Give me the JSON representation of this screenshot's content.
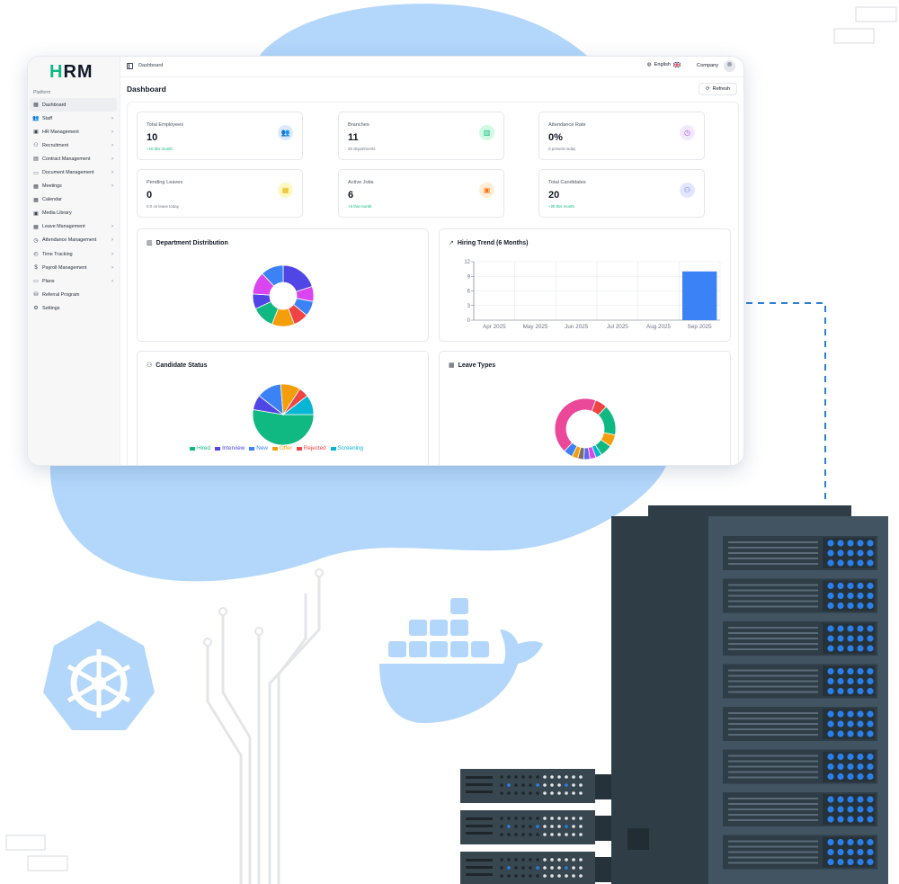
{
  "app": {
    "logo_h": "H",
    "logo_rest": "RM"
  },
  "sidebar": {
    "section_label": "Platform",
    "items": [
      {
        "label": "Dashboard",
        "icon": "grid-icon",
        "glyph": "▦",
        "has_children": false,
        "active": true
      },
      {
        "label": "Staff",
        "icon": "users-icon",
        "glyph": "👥",
        "has_children": true
      },
      {
        "label": "HR Management",
        "icon": "briefcase-icon",
        "glyph": "▣",
        "has_children": true
      },
      {
        "label": "Recruitment",
        "icon": "user-search-icon",
        "glyph": "⚇",
        "has_children": true
      },
      {
        "label": "Contract Management",
        "icon": "file-icon",
        "glyph": "▤",
        "has_children": true
      },
      {
        "label": "Document Management",
        "icon": "folder-icon",
        "glyph": "▭",
        "has_children": true
      },
      {
        "label": "Meetings",
        "icon": "calendar-icon",
        "glyph": "▦",
        "has_children": true
      },
      {
        "label": "Calendar",
        "icon": "calendar-icon",
        "glyph": "▦",
        "has_children": false
      },
      {
        "label": "Media Library",
        "icon": "image-icon",
        "glyph": "▣",
        "has_children": false
      },
      {
        "label": "Leave Management",
        "icon": "calendar-days-icon",
        "glyph": "▦",
        "has_children": true
      },
      {
        "label": "Attendance Management",
        "icon": "clock-icon",
        "glyph": "◷",
        "has_children": true
      },
      {
        "label": "Time Tracking",
        "icon": "timer-icon",
        "glyph": "◴",
        "has_children": true
      },
      {
        "label": "Payroll Management",
        "icon": "dollar-icon",
        "glyph": "$",
        "has_children": true
      },
      {
        "label": "Plans",
        "icon": "credit-card-icon",
        "glyph": "▭",
        "has_children": true
      },
      {
        "label": "Referral Program",
        "icon": "gift-icon",
        "glyph": "⛁",
        "has_children": false
      },
      {
        "label": "Settings",
        "icon": "gear-icon",
        "glyph": "⚙",
        "has_children": false
      }
    ]
  },
  "topbar": {
    "breadcrumb": "Dashboard",
    "language": "English",
    "company": "Company"
  },
  "page": {
    "title": "Dashboard",
    "refresh_label": "Refresh"
  },
  "stats": [
    {
      "label": "Total Employees",
      "value": "10",
      "sub": "+10 this month",
      "sub_green": true,
      "icon": "users-icon",
      "glyph": "👥",
      "bg": "#dbeafe",
      "fg": "#3b82f6"
    },
    {
      "label": "Branches",
      "value": "11",
      "sub": "25 departments",
      "sub_green": false,
      "icon": "building-icon",
      "glyph": "▥",
      "bg": "#d1fae5",
      "fg": "#10b981"
    },
    {
      "label": "Attendance Rate",
      "value": "0%",
      "sub": "0 present today",
      "sub_green": false,
      "icon": "clock-icon",
      "glyph": "◷",
      "bg": "#f3e8ff",
      "fg": "#a855f7"
    },
    {
      "label": "Pending Leaves",
      "value": "0",
      "sub": "0.0 on leave today",
      "sub_green": false,
      "icon": "calendar-icon",
      "glyph": "▦",
      "bg": "#fef9c3",
      "fg": "#eab308"
    },
    {
      "label": "Active Jobs",
      "value": "6",
      "sub": "+6 this month",
      "sub_green": true,
      "icon": "briefcase-icon",
      "glyph": "▣",
      "bg": "#ffedd5",
      "fg": "#f97316"
    },
    {
      "label": "Total Candidates",
      "value": "20",
      "sub": "+20 this month",
      "sub_green": true,
      "icon": "user-plus-icon",
      "glyph": "⚇",
      "bg": "#e0e7ff",
      "fg": "#6366f1"
    }
  ],
  "panels": {
    "department": {
      "title": "Department Distribution",
      "icon": "bar-chart-icon",
      "glyph": "▥"
    },
    "hiring": {
      "title": "Hiring Trend (6 Months)",
      "icon": "trending-up-icon",
      "glyph": "↗"
    },
    "candidates": {
      "title": "Candidate Status",
      "icon": "user-plus-icon",
      "glyph": "⚇"
    },
    "leave": {
      "title": "Leave Types",
      "icon": "calendar-icon",
      "glyph": "▦"
    }
  },
  "chart_data": [
    {
      "type": "pie",
      "variant": "donut",
      "name": "department",
      "values": [
        5,
        2,
        2,
        2,
        3,
        3,
        2,
        3,
        3
      ],
      "colors": [
        "#4f46e5",
        "#d946ef",
        "#3b82f6",
        "#ef4444",
        "#f59e0b",
        "#10b981",
        "#4f46e5",
        "#d946ef",
        "#3b82f6"
      ]
    },
    {
      "type": "bar",
      "name": "hiring",
      "categories": [
        "Apr 2025",
        "May 2025",
        "Jun 2025",
        "Jul 2025",
        "Aug 2025",
        "Sep 2025"
      ],
      "values": [
        0,
        0,
        0,
        0,
        0,
        10
      ],
      "yticks": [
        0,
        3,
        6,
        9,
        12
      ],
      "ylim": [
        0,
        12
      ],
      "color": "#3b82f6",
      "grid": true
    },
    {
      "type": "pie",
      "name": "candidates",
      "categories": [
        "Hired",
        "Interview",
        "New",
        "Offer",
        "Rejected",
        "Screening"
      ],
      "values": [
        10,
        1.5,
        2.5,
        2,
        1,
        2
      ],
      "colors": [
        "#10b981",
        "#4f46e5",
        "#3b82f6",
        "#f59e0b",
        "#ef4444",
        "#06b6d4"
      ],
      "legend": "bottom"
    },
    {
      "type": "pie",
      "variant": "donut",
      "name": "leave",
      "values": [
        2,
        5,
        2,
        2,
        1,
        1,
        1,
        1,
        1,
        1.5,
        13.5
      ],
      "colors": [
        "#ef4444",
        "#10b981",
        "#f59e0b",
        "#10b981",
        "#06b6d4",
        "#d946ef",
        "#6366f1",
        "#78716c",
        "#f59e0b",
        "#3b82f6",
        "#ec4899"
      ]
    }
  ]
}
